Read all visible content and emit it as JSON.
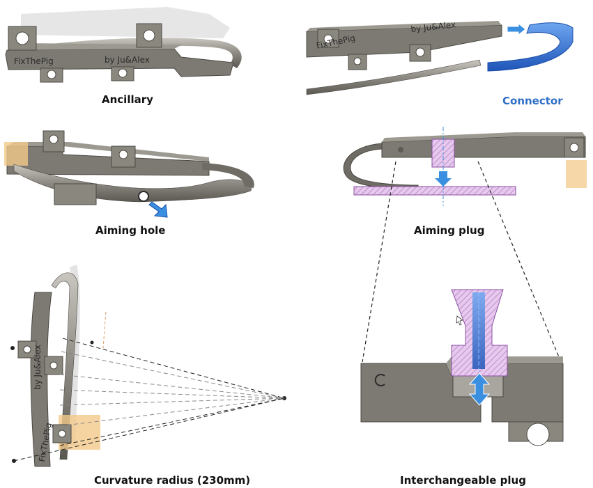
{
  "captions": {
    "ancillary": "Ancillary",
    "connector": "Connector",
    "aiming_hole": "Aiming hole",
    "aiming_plug": "Aiming plug",
    "curvature": "Curvature radius (230mm)",
    "interchangeable": "Interchangeable plug"
  },
  "engravings": {
    "brand": "FixThePig",
    "authors": "by Ju&Alex"
  },
  "colors": {
    "metal": "#7d7a73",
    "metal_dark": "#5e5b55",
    "metal_light": "#a9a69f",
    "connector_blue": "#2f6fd0",
    "arrow_blue": "#3b8fe0",
    "section_pink": "#e7c9ee",
    "highlight_orange": "#f3c98a",
    "caption_blue": "#2f6fc6"
  }
}
